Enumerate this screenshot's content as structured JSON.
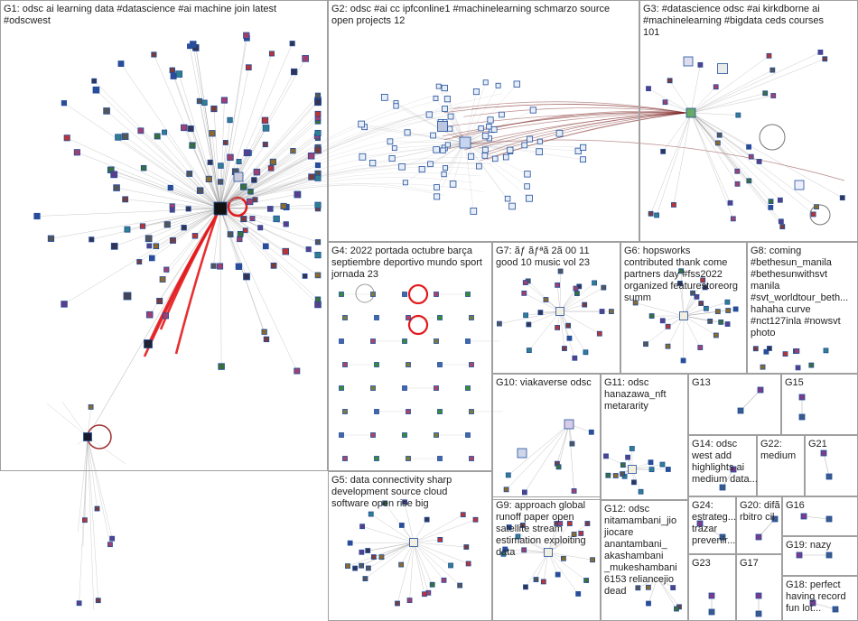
{
  "groups": [
    {
      "id": "G1",
      "lines": [
        "G1: odsc ai learning data #datascience #ai machine join latest",
        "#odscwest"
      ]
    },
    {
      "id": "G2",
      "lines": [
        "G2: odsc #ai cc ipfconline1 #machinelearning schmarzo source",
        "open projects 12"
      ]
    },
    {
      "id": "G3",
      "lines": [
        "G3: #datascience odsc #ai kirkdborne ai",
        "#machinelearning #bigdata ceds courses",
        "101"
      ]
    },
    {
      "id": "G4",
      "lines": [
        "G4: 2022 portada octubre barça",
        "septiembre deportivo mundo sport",
        "jornada 23"
      ]
    },
    {
      "id": "G7",
      "lines": [
        "G7: ãƒ ãƒªã 2ã 00 11",
        "good 10 music vol 23"
      ]
    },
    {
      "id": "G6",
      "lines": [
        "G6: hopsworks",
        "contributed thank come",
        "partners day #fss2022",
        "organized featurestoreorg",
        "summ"
      ]
    },
    {
      "id": "G8",
      "lines": [
        "G8: coming",
        "#bethesun_manila",
        "#bethesunwithsvt",
        "manila",
        "#svt_worldtour_beth...",
        "hahaha curve",
        "#nct127inla #nowsvt",
        "photo"
      ]
    },
    {
      "id": "G10",
      "lines": [
        "G10: viakaverse odsc"
      ]
    },
    {
      "id": "G11",
      "lines": [
        "G11: odsc",
        "hanazawa_nft",
        "metararity"
      ]
    },
    {
      "id": "G13",
      "lines": [
        "G13"
      ]
    },
    {
      "id": "G15",
      "lines": [
        "G15"
      ]
    },
    {
      "id": "G14",
      "lines": [
        "G14: odsc",
        "west add",
        "highlights ai",
        "medium data..."
      ]
    },
    {
      "id": "G22",
      "lines": [
        "G22:",
        "medium"
      ]
    },
    {
      "id": "G21",
      "lines": [
        "G21"
      ]
    },
    {
      "id": "G5",
      "lines": [
        "G5: data connectivity sharp",
        "development source cloud",
        "software open rise big"
      ]
    },
    {
      "id": "G9",
      "lines": [
        "G9: approach global",
        "runoff paper open",
        "satellite stream",
        "estimation exploiting",
        "data"
      ]
    },
    {
      "id": "G12",
      "lines": [
        "G12: odsc",
        "nitamambani_jio",
        "jiocare",
        "anantambani_",
        "akashambani",
        "_mukeshambani",
        "6153 reliancejio",
        "dead"
      ]
    },
    {
      "id": "G24",
      "lines": [
        "G24:",
        "estrateg...",
        "trazar",
        "prevenir..."
      ]
    },
    {
      "id": "G20",
      "lines": [
        "G20: difã",
        "rbitro cil"
      ]
    },
    {
      "id": "G16",
      "lines": [
        "G16"
      ]
    },
    {
      "id": "G19",
      "lines": [
        "G19: nazy"
      ]
    },
    {
      "id": "G23",
      "lines": [
        "G23"
      ]
    },
    {
      "id": "G17",
      "lines": [
        "G17"
      ]
    },
    {
      "id": "G18",
      "lines": [
        "G18: perfect",
        "having record",
        "fun lot..."
      ]
    }
  ],
  "colors": {
    "panel_border": "#a0a0a0",
    "edge": "#8a8a8a",
    "edge_highlight": "#e31a1c",
    "edge_dark": "#7a1e1e",
    "node_border_blue": "#1f4e9c",
    "node_fill": "#d8dce8"
  }
}
